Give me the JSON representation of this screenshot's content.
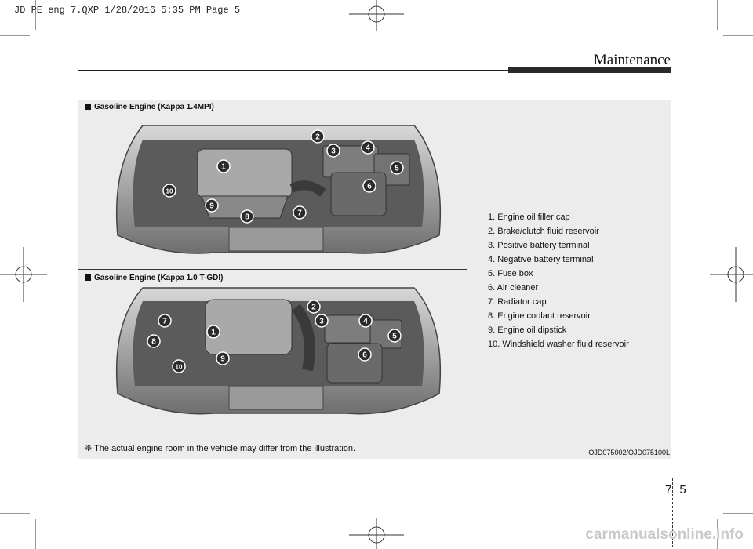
{
  "slug": "JD PE eng 7.QXP  1/28/2016  5:35 PM  Page 5",
  "header": {
    "section_title": "Maintenance"
  },
  "figures": [
    {
      "heading": "Gasoline Engine (Kappa 1.4MPI)",
      "callouts": [
        "1",
        "2",
        "3",
        "4",
        "5",
        "6",
        "7",
        "8",
        "9",
        "10"
      ]
    },
    {
      "heading": "Gasoline Engine (Kappa 1.0 T-GDI)",
      "callouts": [
        "1",
        "2",
        "3",
        "4",
        "5",
        "6",
        "7",
        "8",
        "9",
        "10"
      ]
    }
  ],
  "legend": [
    "1. Engine oil filler cap",
    "2. Brake/clutch fluid reservoir",
    "3. Positive battery terminal",
    "4. Negative battery terminal",
    "5. Fuse box",
    "6. Air cleaner",
    "7. Radiator cap",
    "8. Engine coolant reservoir",
    "9. Engine oil dipstick",
    "10. Windshield washer fluid reservoir"
  ],
  "footnote": "❈ The actual engine room in the vehicle may differ from the illustration.",
  "figure_code": "OJD075002/OJD075100L",
  "footer": {
    "chapter": "7",
    "page": "5"
  },
  "watermark": "carmanualsonline.info",
  "colors": {
    "panel": "#ececec",
    "engine": "#8a8a8a",
    "callout": "#2b2b2b"
  }
}
